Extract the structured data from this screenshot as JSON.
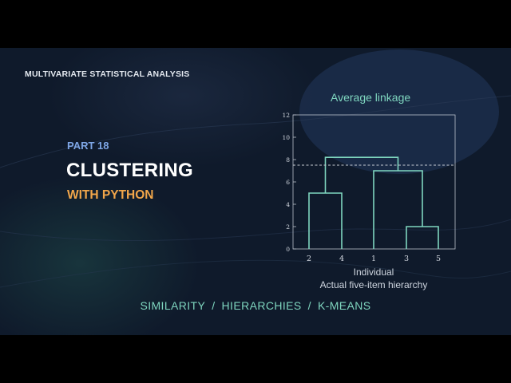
{
  "header": {
    "series": "MULTIVARIATE STATISTICAL ANALYSIS"
  },
  "episode": {
    "part": "PART 18",
    "title": "CLUSTERING",
    "subtitle": "WITH PYTHON"
  },
  "topics": [
    "SIMILARITY",
    "HIERARCHIES",
    "K-MEANS"
  ],
  "topic_separator": "/",
  "colors": {
    "background": "#0f1a2b",
    "accent_teal": "#7fd6bf",
    "accent_orange": "#f1a64a",
    "accent_blue": "#7ea6e6",
    "dendrogram": "#7fd6bf",
    "cut_line": "#c9ced6"
  },
  "chart_data": {
    "type": "dendrogram",
    "title": "Average linkage",
    "xlabel": "Individual",
    "caption": "Actual five-item hierarchy",
    "leaf_order": [
      "2",
      "4",
      "1",
      "3",
      "5"
    ],
    "yticks": [
      0,
      2,
      4,
      6,
      8,
      10,
      12
    ],
    "ylim": [
      0,
      12
    ],
    "merges": [
      {
        "left": "3",
        "right": "5",
        "height": 2
      },
      {
        "left": "2",
        "right": "4",
        "height": 5
      },
      {
        "left": "1",
        "right": "(3,5)",
        "height": 7
      },
      {
        "left": "(2,4)",
        "right": "(1,(3,5))",
        "height": 8.2
      }
    ],
    "cut_height": 7.5
  }
}
